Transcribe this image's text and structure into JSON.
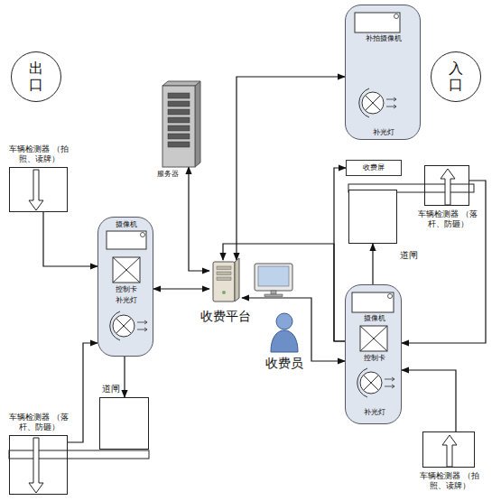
{
  "diagram": {
    "nodes": [
      {
        "text": [
          "出口"
        ]
      },
      {
        "text": [
          "补拍摄像机",
          "补光灯"
        ]
      },
      {
        "text": [
          "入口"
        ]
      },
      {
        "text": [
          "服务器"
        ]
      },
      {
        "text": [
          "收费屏"
        ]
      },
      {
        "text": [
          "车辆检测器 （拍照、读牌）"
        ]
      },
      {
        "text": [
          "道闸"
        ]
      },
      {
        "text": [
          "车辆检测器 （落杆、防砸）"
        ]
      },
      {
        "text": [
          "摄像机",
          "控制卡",
          "补光灯"
        ]
      },
      {
        "text": [
          "收费平台"
        ]
      },
      {
        "text": [
          "收费员"
        ]
      },
      {
        "text": [
          "摄像机",
          "控制卡",
          "补光灯"
        ]
      },
      {
        "text": [
          "道闸"
        ]
      },
      {
        "text": [
          "车辆检测器 （落杆、防砸）"
        ]
      },
      {
        "text": [
          "车辆检测器 （拍照、读牌）"
        ]
      }
    ],
    "edges": [
      {
        "from": 5,
        "to": 8,
        "arrow": "to"
      },
      {
        "from": 13,
        "to": 8,
        "arrow": "to"
      },
      {
        "from": 8,
        "to": 9,
        "arrow": "both"
      },
      {
        "from": 8,
        "to": 12,
        "arrow": "to"
      },
      {
        "from": 3,
        "to": 9,
        "arrow": "both"
      },
      {
        "from": 9,
        "to": 1,
        "arrow": "both"
      },
      {
        "from": 11,
        "to": 4,
        "arrow": "to"
      },
      {
        "from": 11,
        "to": 9,
        "arrow": "to"
      },
      {
        "from": 9,
        "to": 11,
        "arrow": "both"
      },
      {
        "from": 11,
        "to": 6,
        "arrow": "to"
      },
      {
        "from": 7,
        "to": 11,
        "arrow": "to"
      },
      {
        "from": 14,
        "to": 11,
        "arrow": "to"
      }
    ]
  }
}
